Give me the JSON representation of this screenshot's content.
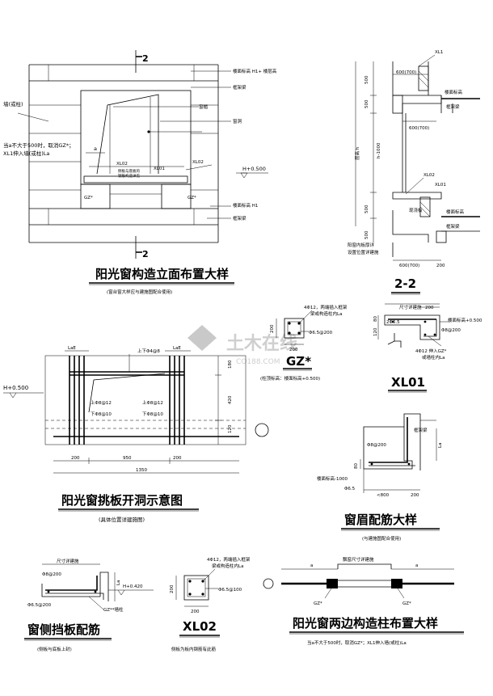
{
  "watermark": {
    "brand": "土木在线",
    "url": "CO188.COM"
  },
  "elevation": {
    "title": "阳光窗构造立面布置大样",
    "subtitle": "(窗台窗大样应与建施图配合使用)",
    "section_mark": "2",
    "labels": {
      "wall": "墙(或柱)",
      "note1": "当a不大于500时，取消GZ*；",
      "note2": "XL1伸入墙(或柱)La",
      "a": "a",
      "floor_top": "楼面标高 H1+ 楼层高",
      "frame_beam_top": "框架梁",
      "window_lintel": "窗楣",
      "window_sash": "窗洞",
      "xl02": "XL02",
      "xl01": "XL01",
      "xl02b": "XL02",
      "side_note": "侧板与底板的",
      "side_note2": "钢筋构造详见",
      "elev": "H+0.500",
      "gz_left": "GZ*",
      "gz_right": "GZ*",
      "floor_bottom": "楼面标高 H1",
      "frame_beam_bottom": "框架梁"
    }
  },
  "section22": {
    "title": "2-2",
    "labels": {
      "xl1": "XL1",
      "w600": "600(700)",
      "w600b": "600(700)",
      "floor_elev": "楼面标高",
      "frame_beam": "框架梁",
      "storey": "层高 h",
      "h1000": "h-1000",
      "xl02": "XL02",
      "xl01": "XL01",
      "seal": "现浇板",
      "floor_elev2": "楼面标高",
      "frame_beam2": "框架梁",
      "note1": "阳窗内板厚详",
      "note2": "设置位置详建施",
      "d500a": "500",
      "d500b": "500",
      "d500c": "500",
      "d500d": "500",
      "b600": "600(700)",
      "b200": "200"
    }
  },
  "gz": {
    "title": "GZ*",
    "subtitle": "(柱顶标高：楼面标高+0.500)",
    "labels": {
      "main": "4Φ12，两端插入框架",
      "main2": "梁或构造柱内La",
      "stir": "Φ6.5@200",
      "d200a": "200",
      "d200b": "200"
    }
  },
  "xl01": {
    "title": "XL01",
    "labels": {
      "span": "尺寸详建施",
      "d200": "200",
      "top": "2Φ6.5",
      "floor": "楼面标高+0.500",
      "stir": "Φ8@200",
      "bottom": "4Φ12 伸入GZ*",
      "bottom2": "或墙柱内La",
      "d120": "120",
      "d80": "80"
    }
  },
  "slab": {
    "title": "阳光窗挑板开洞示意图",
    "subtitle": "(具体位置详建施图)",
    "elev": "H+0.500",
    "labels": {
      "lae_l": "LaE",
      "lae_r": "LaE",
      "top_bar": "上下Φ4@8",
      "up_l": "上Φ8@12",
      "down_l": "下Φ8@10",
      "up_r": "上Φ8@12",
      "down_r": "下Φ8@10",
      "d180": "180",
      "d420": "420",
      "d120": "120",
      "d200l": "200",
      "d950": "950",
      "d200r": "200",
      "d1350": "1350",
      "circle": ""
    }
  },
  "lintel": {
    "title": "窗眉配筋大样",
    "subtitle": "(与建施图配合使用)",
    "labels": {
      "beam": "框架梁",
      "stir": "Φ8@200",
      "la": "La",
      "d80": "80",
      "floor": "楼面标高-1000",
      "bar": "Φ6.5",
      "d800": "<800",
      "d200": "200"
    }
  },
  "side": {
    "title": "窗侧挡板配筋",
    "subtitle": "(侧板与底板上封)",
    "labels": {
      "span": "尺寸详建施",
      "stir": "Φ8@200",
      "elev": "H+0.420",
      "bar": "Φ6.5@200",
      "gz": "GZ**墙柱",
      "la": "La"
    }
  },
  "xl02": {
    "title": "XL02",
    "subtitle": "侧板为板内钢筋有此筋",
    "labels": {
      "main": "4Φ12，两端插入框架",
      "main2": "梁或构造柱内La",
      "stir": "Φ6.5@100",
      "d200a": "200",
      "d200b": "200"
    }
  },
  "columns": {
    "title": "阳光窗两边构造柱布置大样",
    "note": "当a不大于500时，取消GZ*；XL1伸入墙(或柱)La",
    "labels": {
      "span": "飘窗尺寸详建施",
      "a_l": "a",
      "a_r": "a",
      "gz_l": "GZ*",
      "gz_r": "GZ*"
    }
  }
}
